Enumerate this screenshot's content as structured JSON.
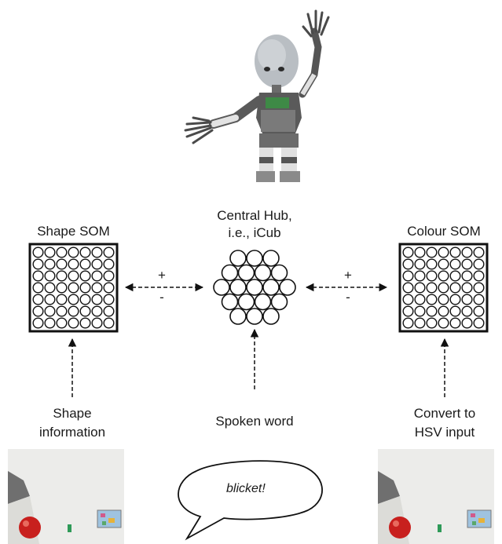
{
  "hub": {
    "title_line1": "Central Hub,",
    "title_line2": "i.e., iCub"
  },
  "shape_som": {
    "title": "Shape SOM",
    "input_line1": "Shape",
    "input_line2": "information"
  },
  "colour_som": {
    "title": "Colour SOM",
    "input_line1": "Convert to",
    "input_line2": "HSV input"
  },
  "spoken": {
    "label": "Spoken word",
    "bubble_text": "blicket!"
  },
  "links": {
    "plus": "+",
    "minus": "-"
  },
  "colors": {
    "node_stroke": "#111111",
    "robot_head": "#b9bec3",
    "ball": "#c8201e",
    "background": "#ffffff"
  }
}
